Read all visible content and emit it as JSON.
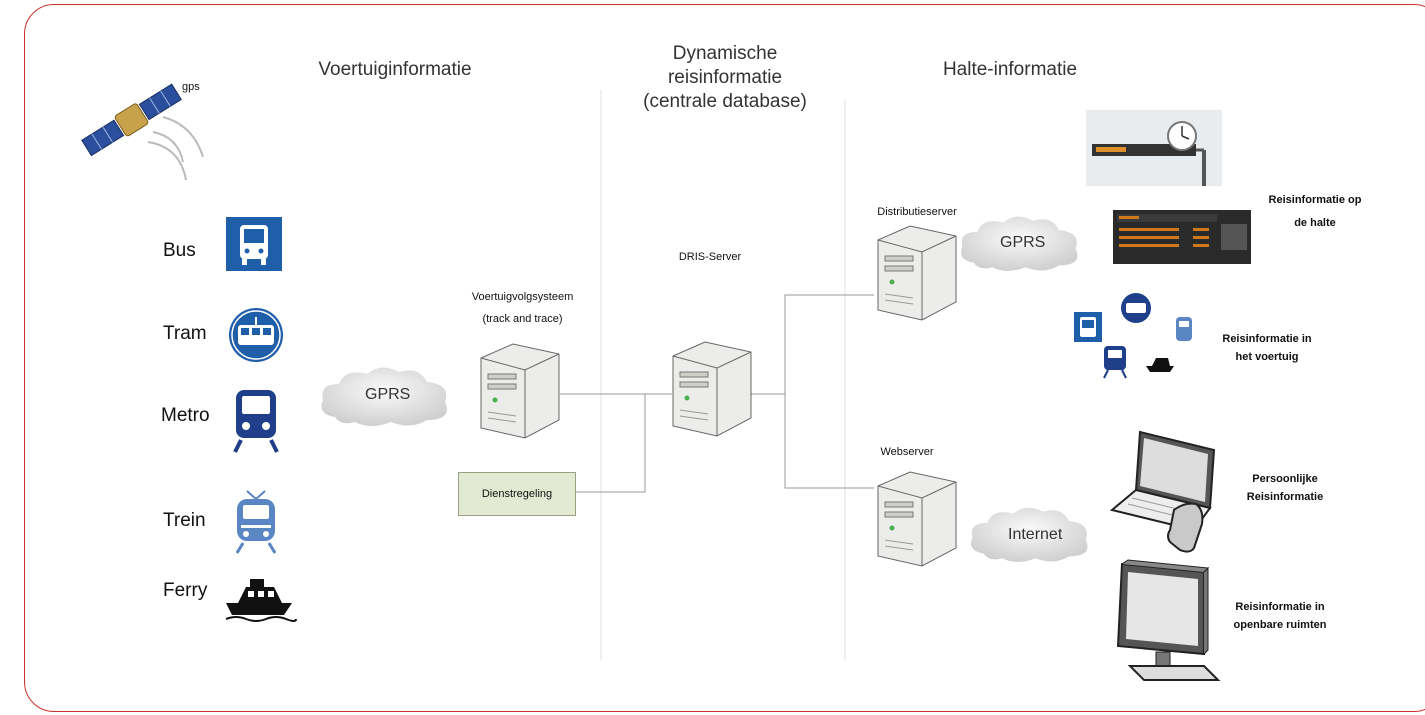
{
  "columns": {
    "vehicle": "Voertuiginformatie",
    "central_line1": "Dynamische",
    "central_line2": "reisinformatie",
    "central_line3": "(centrale database)",
    "stop": "Halte-informatie"
  },
  "gps_label": "gps",
  "modes": [
    {
      "label": "Bus",
      "icon": "bus-sign-icon"
    },
    {
      "label": "Tram",
      "icon": "tram-sign-icon"
    },
    {
      "label": "Metro",
      "icon": "metro-icon"
    },
    {
      "label": "Trein",
      "icon": "train-icon"
    },
    {
      "label": "Ferry",
      "icon": "ferry-icon"
    }
  ],
  "clouds": {
    "left": "GPRS",
    "distribution": "GPRS",
    "internet": "Internet"
  },
  "servers": {
    "tracking_line1": "Voertuigvolgsysteem",
    "tracking_line2": "(track and trace)",
    "dris": "DRIS-Server",
    "distribution": "Distributieserver",
    "web": "Webserver"
  },
  "schedule": "Dienstregeling",
  "outputs": {
    "stop_line1": "Reisinformatie op",
    "stop_line2": "de halte",
    "vehicle_line1": "Reisinformatie in",
    "vehicle_line2": "het voertuig",
    "personal_line1": "Persoonlijke",
    "personal_line2": "Reisinformatie",
    "public_line1": "Reisinformatie in",
    "public_line2": "openbare ruimten"
  },
  "colors": {
    "frame": "#c9312c",
    "transit_blue": "#1f5ea8",
    "schedule_box": "#e3ead3"
  }
}
